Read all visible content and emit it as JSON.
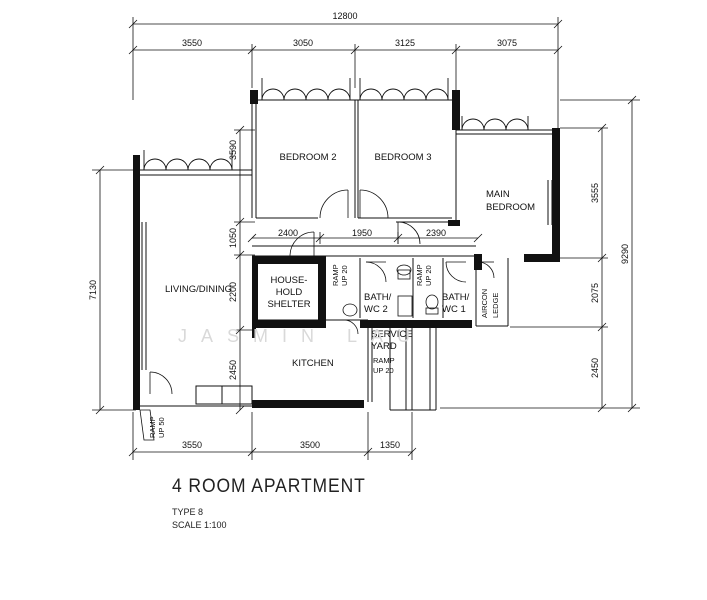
{
  "title": "4 ROOM APARTMENT",
  "type_label": "TYPE 8",
  "scale_label": "SCALE   1:100",
  "watermark": "JASMIN LAU",
  "dimensions": {
    "overall_width": "12800",
    "top": [
      "3550",
      "3050",
      "3125",
      "3075"
    ],
    "bottom": [
      "3550",
      "3500",
      "1350"
    ],
    "overall_height": "9290",
    "right": [
      "3555",
      "2075",
      "2450"
    ],
    "left_total": "7130",
    "inner_left": [
      "3590",
      "1050",
      "2200",
      "2450"
    ],
    "corridor": [
      "2400",
      "1950",
      "2390"
    ]
  },
  "rooms": {
    "bedroom2": "BEDROOM 2",
    "bedroom3": "BEDROOM 3",
    "main_bedroom": [
      "MAIN",
      "BEDROOM"
    ],
    "living": "LIVING/DINING",
    "shelter": [
      "HOUSE-",
      "HOLD",
      "SHELTER"
    ],
    "kitchen": "KITCHEN",
    "service_yard": [
      "SERVICE",
      "YARD"
    ],
    "bath2": [
      "BATH/",
      "WC 2"
    ],
    "bath1": [
      "BATH/",
      "WC 1"
    ],
    "aircon": [
      "AIRCON",
      "LEDGE"
    ]
  },
  "ramps": {
    "ramp_up20_a": [
      "RAMP",
      "UP 20"
    ],
    "ramp_up20_b": [
      "RAMP",
      "UP 20"
    ],
    "ramp_up20_yard": [
      "RAMP",
      "UP 20"
    ],
    "ramp_up50": [
      "RAMP",
      "UP 50"
    ]
  }
}
